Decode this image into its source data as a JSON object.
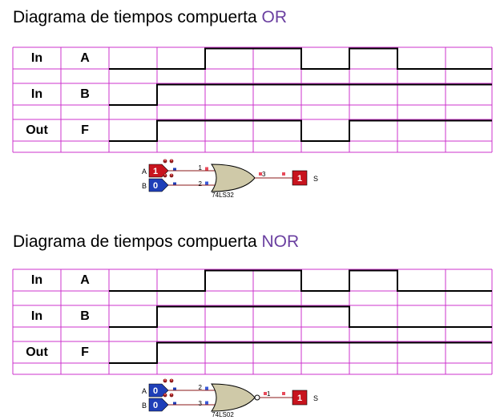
{
  "sections": [
    {
      "title_prefix": "Diagrama de tiempos compuerta ",
      "title_gate": "OR",
      "rows": [
        {
          "io": "In",
          "name": "A",
          "levels": [
            0,
            0,
            1,
            1,
            0,
            1,
            0,
            0
          ]
        },
        {
          "io": "In",
          "name": "B",
          "levels": [
            0,
            1,
            1,
            1,
            1,
            1,
            1,
            1
          ]
        },
        {
          "io": "Out",
          "name": "F",
          "levels": [
            0,
            1,
            1,
            1,
            0,
            1,
            1,
            1
          ]
        }
      ],
      "circuit": {
        "input_a_label": "A",
        "input_a_value": "1",
        "input_b_label": "B",
        "input_b_value": "0",
        "pin_a": "1",
        "pin_b": "2",
        "pin_out": "3",
        "chip": "74LS32",
        "output_value": "1",
        "output_label": "S",
        "inverted_output": false
      }
    },
    {
      "title_prefix": "Diagrama de tiempos compuerta ",
      "title_gate": "NOR",
      "rows": [
        {
          "io": "In",
          "name": "A",
          "levels": [
            0,
            0,
            1,
            1,
            0,
            1,
            0,
            0
          ]
        },
        {
          "io": "In",
          "name": "B",
          "levels": [
            0,
            1,
            1,
            1,
            1,
            0,
            0,
            0
          ]
        },
        {
          "io": "Out",
          "name": "F",
          "levels": [
            0,
            1,
            1,
            1,
            1,
            1,
            1,
            1
          ]
        }
      ],
      "circuit": {
        "input_a_label": "A",
        "input_a_value": "0",
        "input_b_label": "B",
        "input_b_value": "0",
        "pin_a": "2",
        "pin_b": "3",
        "pin_out": "1",
        "chip": "74LS02",
        "output_value": "1",
        "output_label": "S",
        "inverted_output": true
      }
    }
  ],
  "colors": {
    "grid": "#cc33cc",
    "wave": "#000000",
    "gate_fill": "#cfc9a8",
    "input_high": "#c8141e",
    "input_low": "#1f3fb8",
    "led": "#c8141e",
    "wire": "#8b1a1a",
    "title_gate": "#6a3fa0"
  }
}
